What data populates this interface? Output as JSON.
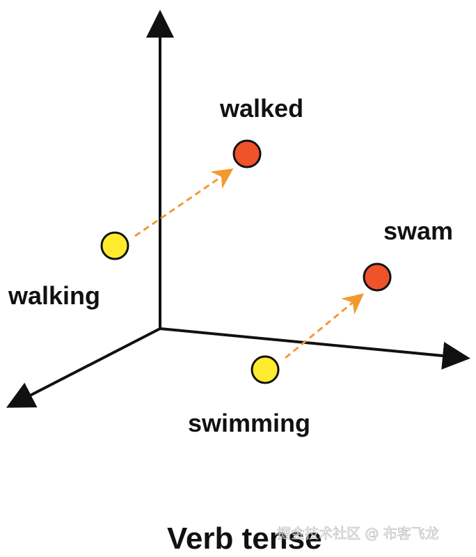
{
  "points": {
    "walking": {
      "label": "walking",
      "color": "#ffeb2e"
    },
    "walked": {
      "label": "walked",
      "color": "#f0522a"
    },
    "swimming": {
      "label": "swimming",
      "color": "#ffeb2e"
    },
    "swam": {
      "label": "swam",
      "color": "#f0522a"
    }
  },
  "arrow_color": "#f39a2e",
  "axis_color": "#111111",
  "caption": "Verb tense",
  "watermark": "掘金技术社区 @ 布客飞龙"
}
